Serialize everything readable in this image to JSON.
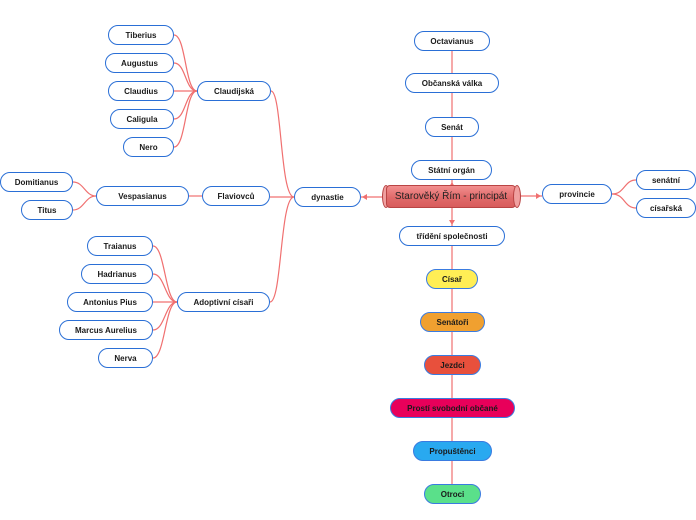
{
  "root": {
    "label": "Starověký Řím - principát"
  },
  "top_chain": [
    "Octavianus",
    "Občanská válka",
    "Senát",
    "Státní orgán"
  ],
  "provinces": {
    "label": "provincie",
    "children": [
      "senátní",
      "císařská"
    ]
  },
  "dynasty": {
    "label": "dynastie",
    "claudian": {
      "label": "Claudijská",
      "members": [
        "Tiberius",
        "Augustus",
        "Claudius",
        "Caligula",
        "Nero"
      ]
    },
    "flavian": {
      "label": "Flaviovců",
      "vespasian": {
        "label": "Vespasianus",
        "members": [
          "Domitianus",
          "Titus"
        ]
      }
    },
    "adoptive": {
      "label": "Adoptivní císaři",
      "members": [
        "Traianus",
        "Hadrianus",
        "Antonius Pius",
        "Marcus Aurelius",
        "Nerva"
      ]
    }
  },
  "society": {
    "label": "třídění společnosti",
    "classes": [
      "Císař",
      "Senátoři",
      "Jezdci",
      "Prostí svobodní občané",
      "Propuštěnci",
      "Otroci"
    ]
  },
  "colors": {
    "connector": "#f07070",
    "node_border": "#2a6fd6",
    "root_fill": "#e06a6a",
    "class_fills": [
      "#ffee55",
      "#f0a030",
      "#e8503c",
      "#e8005a",
      "#29a9f0",
      "#5ae08a"
    ]
  }
}
